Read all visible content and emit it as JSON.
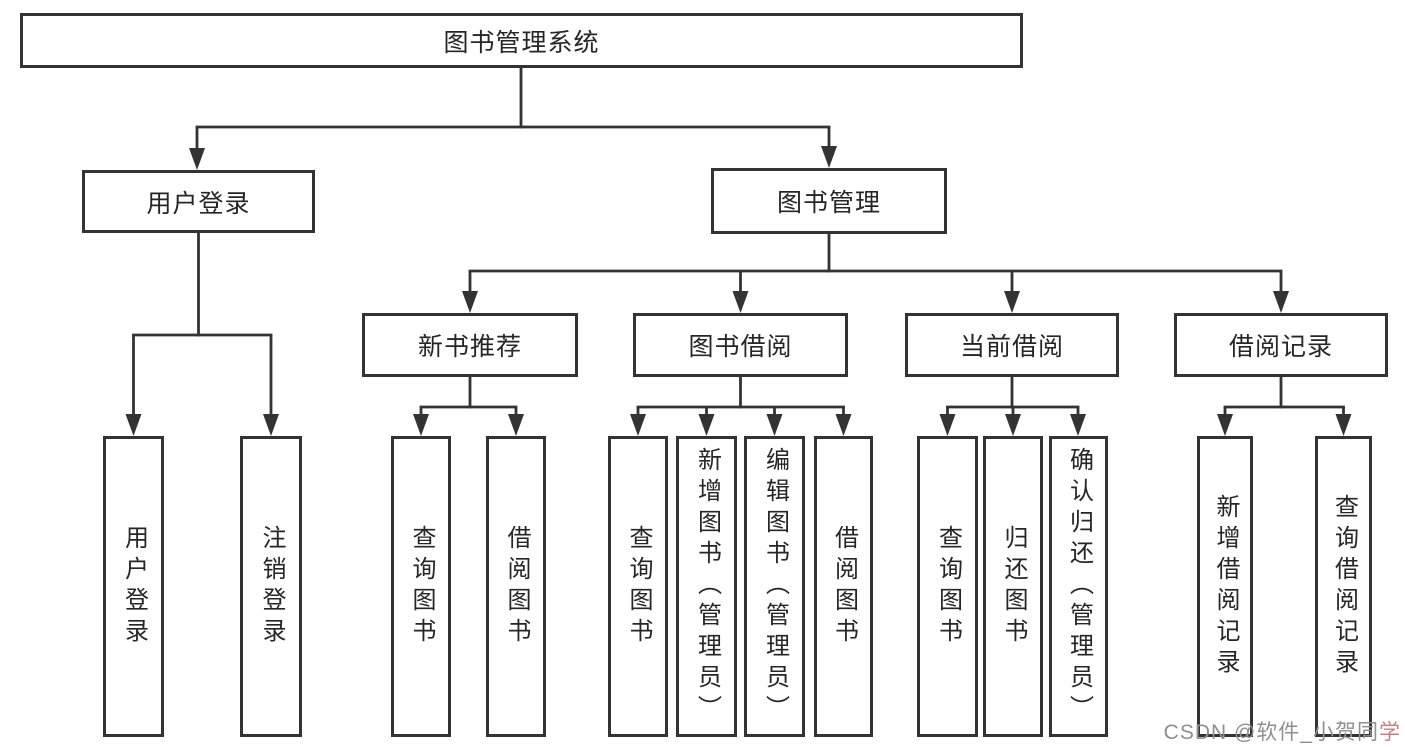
{
  "diagram": {
    "root": {
      "label": "图书管理系统"
    },
    "branches": [
      {
        "label": "用户登录",
        "children": [
          {
            "label": "用户登录"
          },
          {
            "label": "注销登录"
          }
        ]
      },
      {
        "label": "图书管理",
        "children": [
          {
            "label": "新书推荐",
            "children": [
              {
                "label": "查询图书"
              },
              {
                "label": "借阅图书"
              }
            ]
          },
          {
            "label": "图书借阅",
            "children": [
              {
                "label": "查询图书"
              },
              {
                "label": "新增图书（管理员）"
              },
              {
                "label": "编辑图书（管理员）"
              },
              {
                "label": "借阅图书"
              }
            ]
          },
          {
            "label": "当前借阅",
            "children": [
              {
                "label": "查询图书"
              },
              {
                "label": "归还图书"
              },
              {
                "label": "确认归还（管理员）"
              }
            ]
          },
          {
            "label": "借阅记录",
            "children": [
              {
                "label": "新增借阅记录"
              },
              {
                "label": "查询借阅记录"
              }
            ]
          }
        ]
      }
    ]
  },
  "watermark": {
    "prefix": "CSDN @软件_小贺同",
    "suffix": "学"
  },
  "colors": {
    "line": "#333333",
    "text": "#262626",
    "background": "#ffffff",
    "watermark": "#8f8f8f",
    "watermark_accent": "#c97f7f"
  }
}
